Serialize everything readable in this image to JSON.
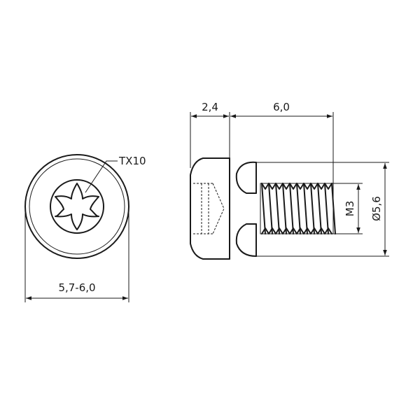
{
  "labels": {
    "drive": "TX10",
    "head_diameter": "5,7-6,0",
    "head_height": "2,4",
    "thread_length": "6,0",
    "thread_size": "M3",
    "outer_diameter": "Ø5,6"
  },
  "colors": {
    "line": "#1a1a1a",
    "background": "#ffffff"
  }
}
